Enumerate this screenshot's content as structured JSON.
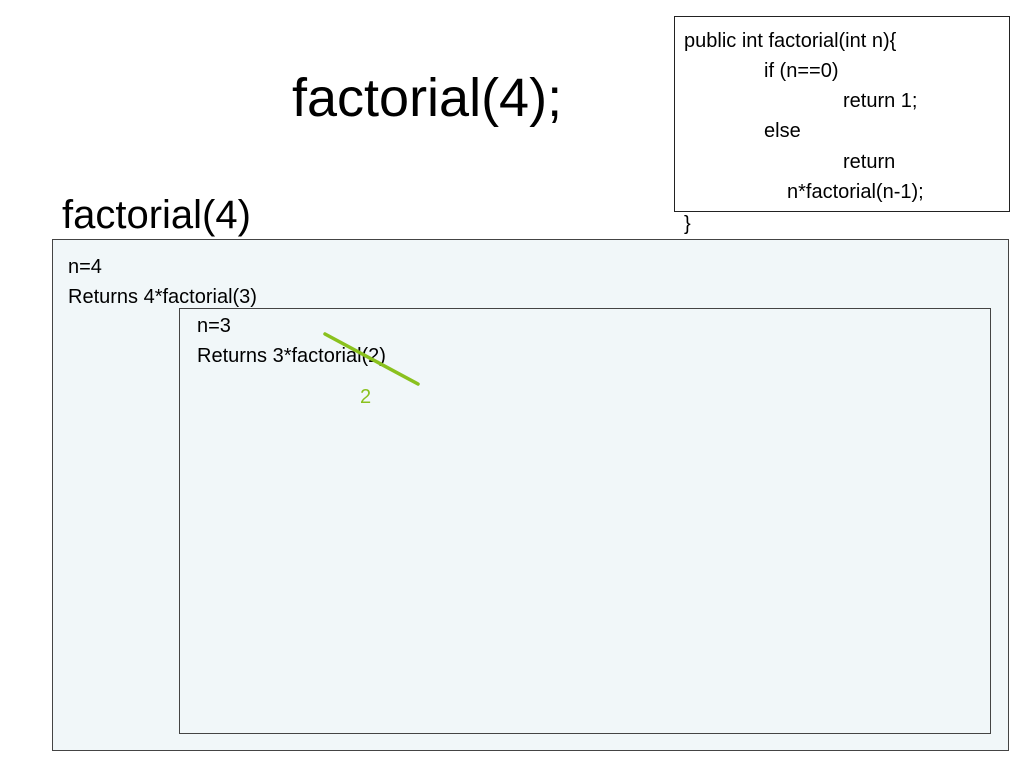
{
  "slide": {
    "title": "factorial(4);",
    "code": {
      "line1": "public int factorial(int n){",
      "line2": "if (n==0)",
      "line3": "return  1;",
      "line4": "else",
      "line5": "return",
      "line6": "n*factorial(n-1);",
      "line7": "}"
    },
    "call_label": "factorial(4)",
    "frames": {
      "outer": {
        "n_label": "n=4",
        "returns": "Returns 4*factorial(3)"
      },
      "inner": {
        "n_label": "n=3",
        "returns": "Returns 3*factorial(2)",
        "annotation": "2"
      }
    },
    "colors": {
      "annotation": "#8ac11e",
      "frame_fill": "#f1f7f9",
      "border": "#444444"
    }
  }
}
